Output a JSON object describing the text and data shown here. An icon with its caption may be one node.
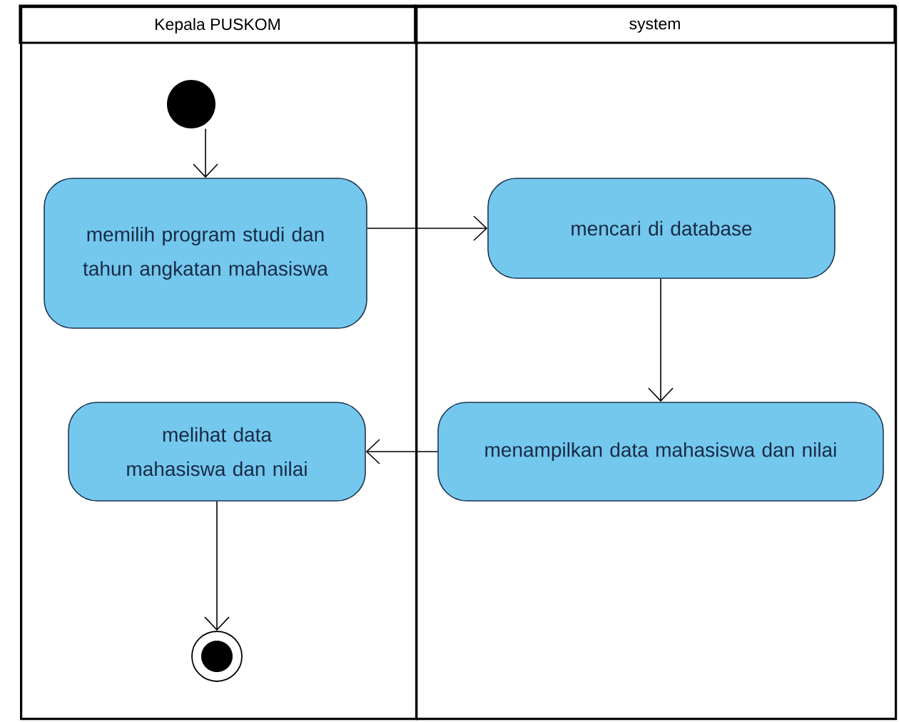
{
  "diagram": {
    "nodes": [
      {
        "text": [
          "Kepala PUSKOM"
        ]
      },
      {
        "text": [
          "system"
        ]
      },
      {
        "text": [],
        "shape": "circle",
        "in": 0
      },
      {
        "text": [
          "memilih program studi dan tahun angkatan mahasiswa"
        ],
        "in": 0
      },
      {
        "text": [
          "mencari di database"
        ],
        "in": 1
      },
      {
        "text": [
          "menampilkan data mahasiswa dan nilai"
        ],
        "in": 1
      },
      {
        "text": [
          "melihat data mahasiswa dan nilai"
        ],
        "in": 0
      },
      {
        "text": [],
        "shape": "circle",
        "in": 0
      }
    ],
    "edges": [
      {
        "from": 2,
        "to": 3,
        "arrow": "to"
      },
      {
        "from": 3,
        "to": 4,
        "arrow": "to"
      },
      {
        "from": 4,
        "to": 5,
        "arrow": "to"
      },
      {
        "from": 5,
        "to": 6,
        "arrow": "to"
      },
      {
        "from": 6,
        "to": 7,
        "arrow": "to"
      }
    ]
  }
}
